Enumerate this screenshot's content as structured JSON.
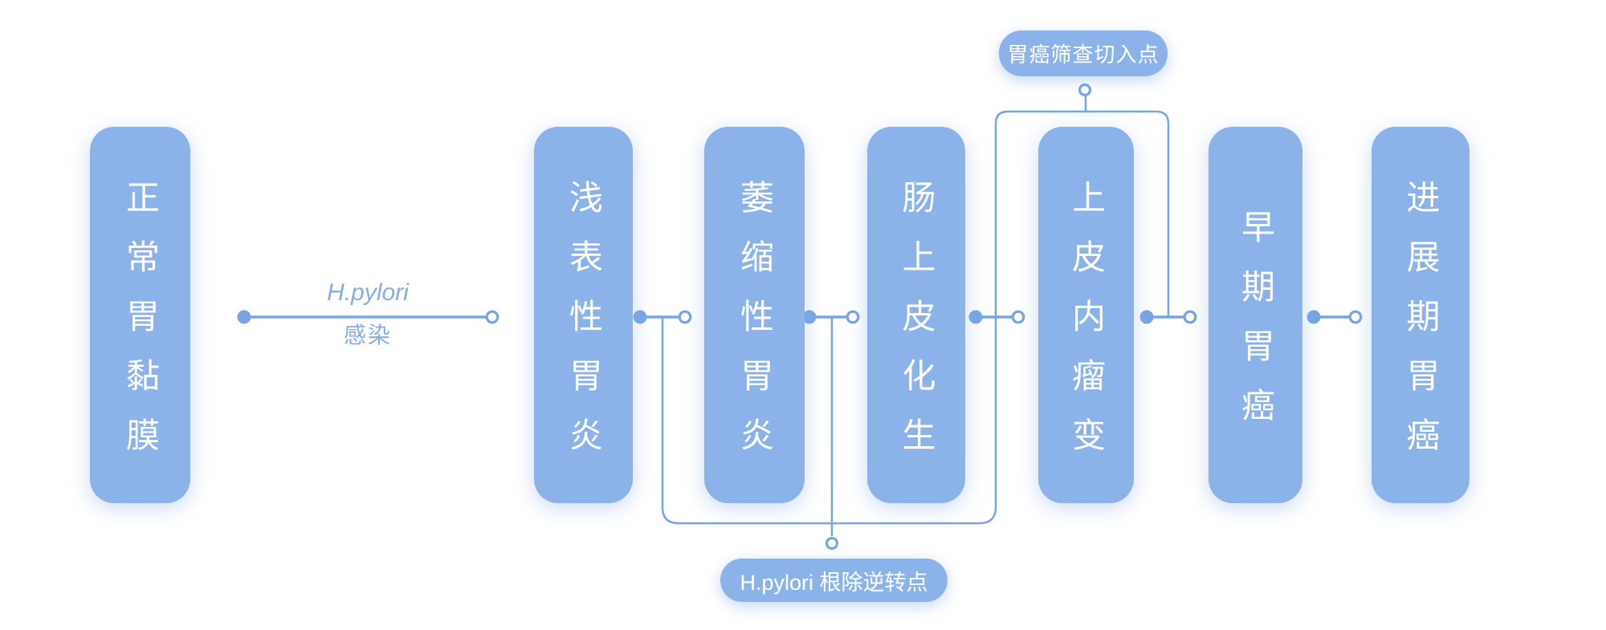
{
  "diagram": {
    "stages": [
      {
        "label": "正常胃黏膜"
      },
      {
        "label": "浅表性胃炎"
      },
      {
        "label": "萎缩性胃炎"
      },
      {
        "label": "肠上皮化生"
      },
      {
        "label": "上皮内瘤变"
      },
      {
        "label": "早期胃癌"
      },
      {
        "label": "进展期胃癌"
      }
    ],
    "infection_label": {
      "line1": "H.pylori",
      "line2": "感染"
    },
    "annotations": {
      "screening": {
        "label": "胃癌筛查切入点"
      },
      "eradication": {
        "label": "H.pylori 根除逆转点"
      }
    },
    "colors": {
      "box_fill": "#8bb3ea",
      "connector": "#77a5e4",
      "box_text": "#ffffff",
      "label_text": "#85ade6",
      "background": "#ffffff"
    }
  }
}
